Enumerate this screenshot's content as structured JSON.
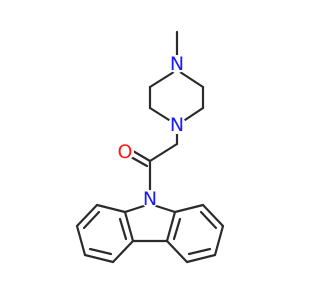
{
  "colors": {
    "bond": "#2b2b2b",
    "nitrogen": "#1a1aff",
    "oxygen": "#ff1a1a",
    "background": "#ffffff"
  },
  "atoms": [
    {
      "id": "n_methyl",
      "label": "N",
      "element": "nitrogen"
    },
    {
      "id": "n_piperazine",
      "label": "N",
      "element": "nitrogen"
    },
    {
      "id": "o_carbonyl",
      "label": "O",
      "element": "oxygen"
    },
    {
      "id": "n_carbazole",
      "label": "N",
      "element": "nitrogen"
    }
  ]
}
